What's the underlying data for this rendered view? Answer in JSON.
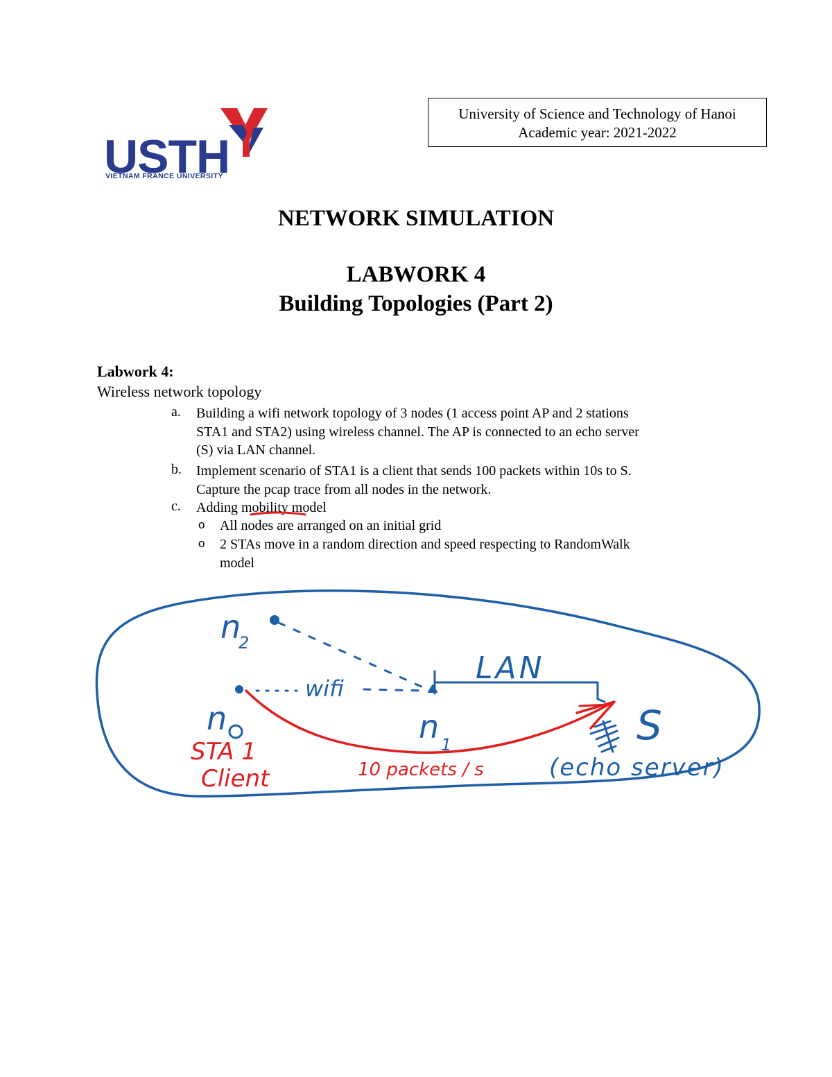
{
  "logo": {
    "word": "USTH",
    "tagline": "VIETNAM FRANCE UNIVERSITY",
    "brand_blue": "#2a3a8c",
    "brand_red": "#d8262e"
  },
  "header_box": {
    "line1": "University of Science and Technology of Hanoi",
    "line2": "Academic year: 2021-2022"
  },
  "titles": {
    "course": "NETWORK SIMULATION",
    "lab": "LABWORK 4",
    "subtitle": "Building Topologies (Part 2)"
  },
  "section": {
    "label": "Labwork 4:",
    "heading": "Wireless network topology"
  },
  "items": [
    {
      "marker": "a.",
      "lines": [
        "Building a wifi network topology of 3 nodes (1 access point AP and 2 stations",
        "STA1 and STA2) using wireless channel. The AP is connected to an echo server",
        "(S) via LAN channel."
      ]
    },
    {
      "marker": "b.",
      "lines": [
        "Implement scenario of STA1 is a client that sends 100 packets within 10s to S.",
        "Capture the pcap trace from all nodes in the network."
      ]
    },
    {
      "marker": "c.",
      "lines": [
        "Adding mobility model"
      ],
      "subitems": [
        {
          "marker": "o",
          "lines": [
            "All nodes are arranged on an initial grid"
          ]
        },
        {
          "marker": "o",
          "lines": [
            "2 STAs move in a random direction and speed respecting to RandomWalk",
            "model"
          ]
        }
      ]
    }
  ],
  "sketch": {
    "ink_blue": "#1f5fa8",
    "ink_red": "#e01e1e",
    "labels": {
      "n2": "n",
      "n2_sub": "2",
      "n0": "n",
      "n0_sub": "0",
      "n1": "n",
      "n1_sub": "1",
      "wifi": "wifi",
      "lan": "LAN",
      "server": "S",
      "server_note": "(echo server)",
      "sta_line1": "STA 1",
      "sta_line2": "Client",
      "rate": "10 packets / s"
    }
  }
}
